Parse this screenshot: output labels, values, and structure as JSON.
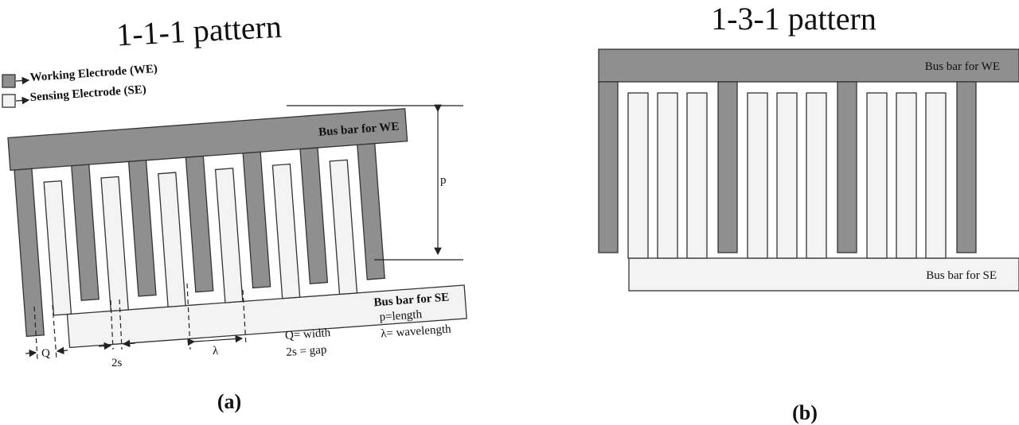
{
  "panel_a": {
    "title": "1-1-1 pattern",
    "caption": "(a)",
    "legend": {
      "working": "Working Electrode (WE)",
      "sensing": "Sensing Electrode (SE)"
    },
    "bus_we": "Bus bar for WE",
    "bus_se": "Bus bar for SE",
    "dim_p": "p",
    "dim_q": "Q",
    "dim_2s": "2s",
    "dim_lambda": "λ",
    "def_q": "Q= width",
    "def_2s": "2s = gap",
    "def_p": "p=length",
    "def_lambda": "λ= wavelength"
  },
  "panel_b": {
    "title": "1-3-1 pattern",
    "caption": "(b)",
    "bus_we": "Bus bar for WE",
    "bus_se": "Bus bar for SE"
  },
  "colors": {
    "working_electrode": "#8f8f8f",
    "sensing_electrode": "#f3f3f3",
    "outline": "#333333"
  }
}
